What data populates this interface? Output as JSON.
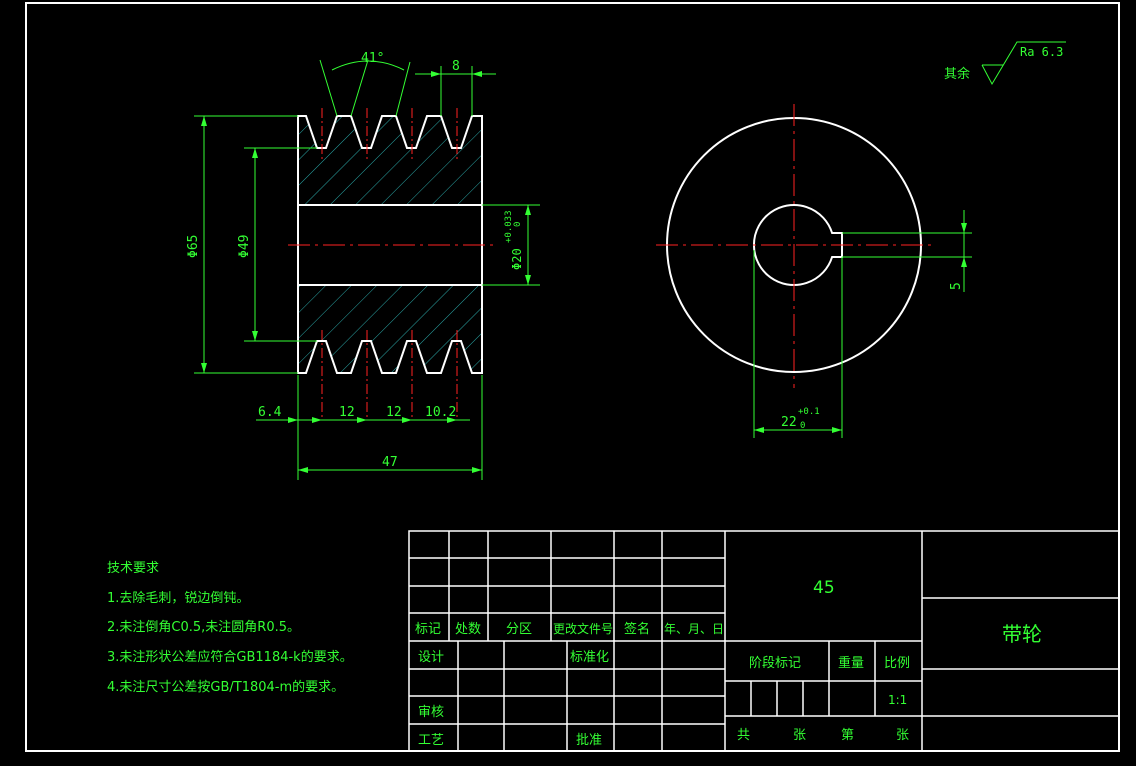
{
  "colors": {
    "background": "#000000",
    "outline": "#ffffff",
    "dimension": "#33ff33",
    "centerline": "#ff2222",
    "hatch": "#2aa7a7"
  },
  "surface_finish": {
    "prefix": "其余",
    "value": "Ra 6.3"
  },
  "dimensions": {
    "groove_angle": "41°",
    "groove_width": "8",
    "outer_dia": "Φ65",
    "root_dia": "Φ49",
    "bore_dia": "Φ20",
    "bore_tol_upper": "+0.033",
    "bore_tol_lower": "0",
    "edge_offset": "6.4",
    "pitch1": "12",
    "pitch2": "12",
    "last_offset": "10.2",
    "total_width": "47",
    "keyway_depth": "22",
    "keyway_tol": "+0.1",
    "keyway_tol_lower": "0",
    "keyway_width": "5"
  },
  "tech_requirements": {
    "title": "技术要求",
    "items": [
      "1.去除毛刺，锐边倒钝。",
      "2.未注倒角C0.5,未注圆角R0.5。",
      "3.未注形状公差应符合GB1184-k的要求。",
      "4.未注尺寸公差按GB/T1804-m的要求。"
    ]
  },
  "title_block": {
    "revision_headers": [
      "标记",
      "处数",
      "分区",
      "更改文件号",
      "签名",
      "年、月、日"
    ],
    "design": "设计",
    "standardization": "标准化",
    "review": "审核",
    "process": "工艺",
    "approve": "批准",
    "material": "45",
    "stage_mark": "阶段标记",
    "weight": "重量",
    "scale_label": "比例",
    "scale": "1:1",
    "sheets_total": "共",
    "sheets_unit1": "张",
    "sheet_no": "第",
    "sheets_unit2": "张",
    "part_name": "带轮"
  }
}
